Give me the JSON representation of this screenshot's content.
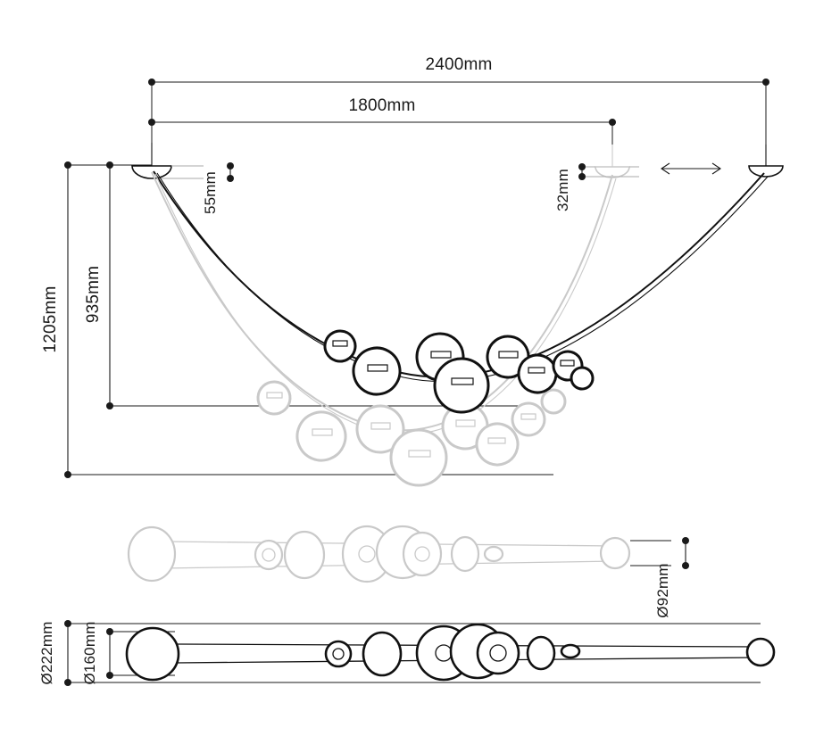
{
  "drawing": {
    "title": "Pendant lamp dimension drawing",
    "background_color": "#ffffff",
    "line_color": "#1a1a1a",
    "phantom_color": "#c9c9c9",
    "units": "mm"
  },
  "dimensions": {
    "span_max": {
      "label": "2400mm",
      "value": 2400,
      "orientation": "horizontal",
      "position": "top"
    },
    "span_min": {
      "label": "1800mm",
      "value": 1800,
      "orientation": "horizontal",
      "position": "top-inner"
    },
    "drop_max": {
      "label": "1205mm",
      "value": 1205,
      "orientation": "vertical",
      "position": "left-outer"
    },
    "drop_min": {
      "label": "935mm",
      "value": 935,
      "orientation": "vertical",
      "position": "left-inner"
    },
    "canopy_left_height": {
      "label": "55mm",
      "value": 55,
      "orientation": "vertical",
      "position": "left-canopy"
    },
    "canopy_right_height": {
      "label": "32mm",
      "value": 32,
      "orientation": "vertical",
      "position": "right-canopy"
    },
    "globe_small_diameter": {
      "label": "Ø92mm",
      "value": 92,
      "orientation": "vertical",
      "position": "top-view-right"
    },
    "globe_outer_diameter": {
      "label": "Ø222mm",
      "value": 222,
      "orientation": "vertical",
      "position": "bottom-view-left-outer"
    },
    "globe_inner_diameter": {
      "label": "Ø160mm",
      "value": 160,
      "orientation": "vertical",
      "position": "bottom-view-left-inner"
    }
  },
  "symbols": {
    "adjust_arrow": {
      "name": "double-headed-arrow",
      "meaning": "adjustable mounting distance"
    }
  },
  "views": {
    "elevation": {
      "name": "front-elevation-view",
      "description": "Catenary cable suspended between two ceiling canopies with globe lamps"
    },
    "top_phantom": {
      "name": "top-view-phantom",
      "description": "Grey top/plan projection of lamp string"
    },
    "bottom_plan": {
      "name": "bottom-plan-view",
      "description": "Black plan projection of lamp string with globe diameters"
    }
  }
}
